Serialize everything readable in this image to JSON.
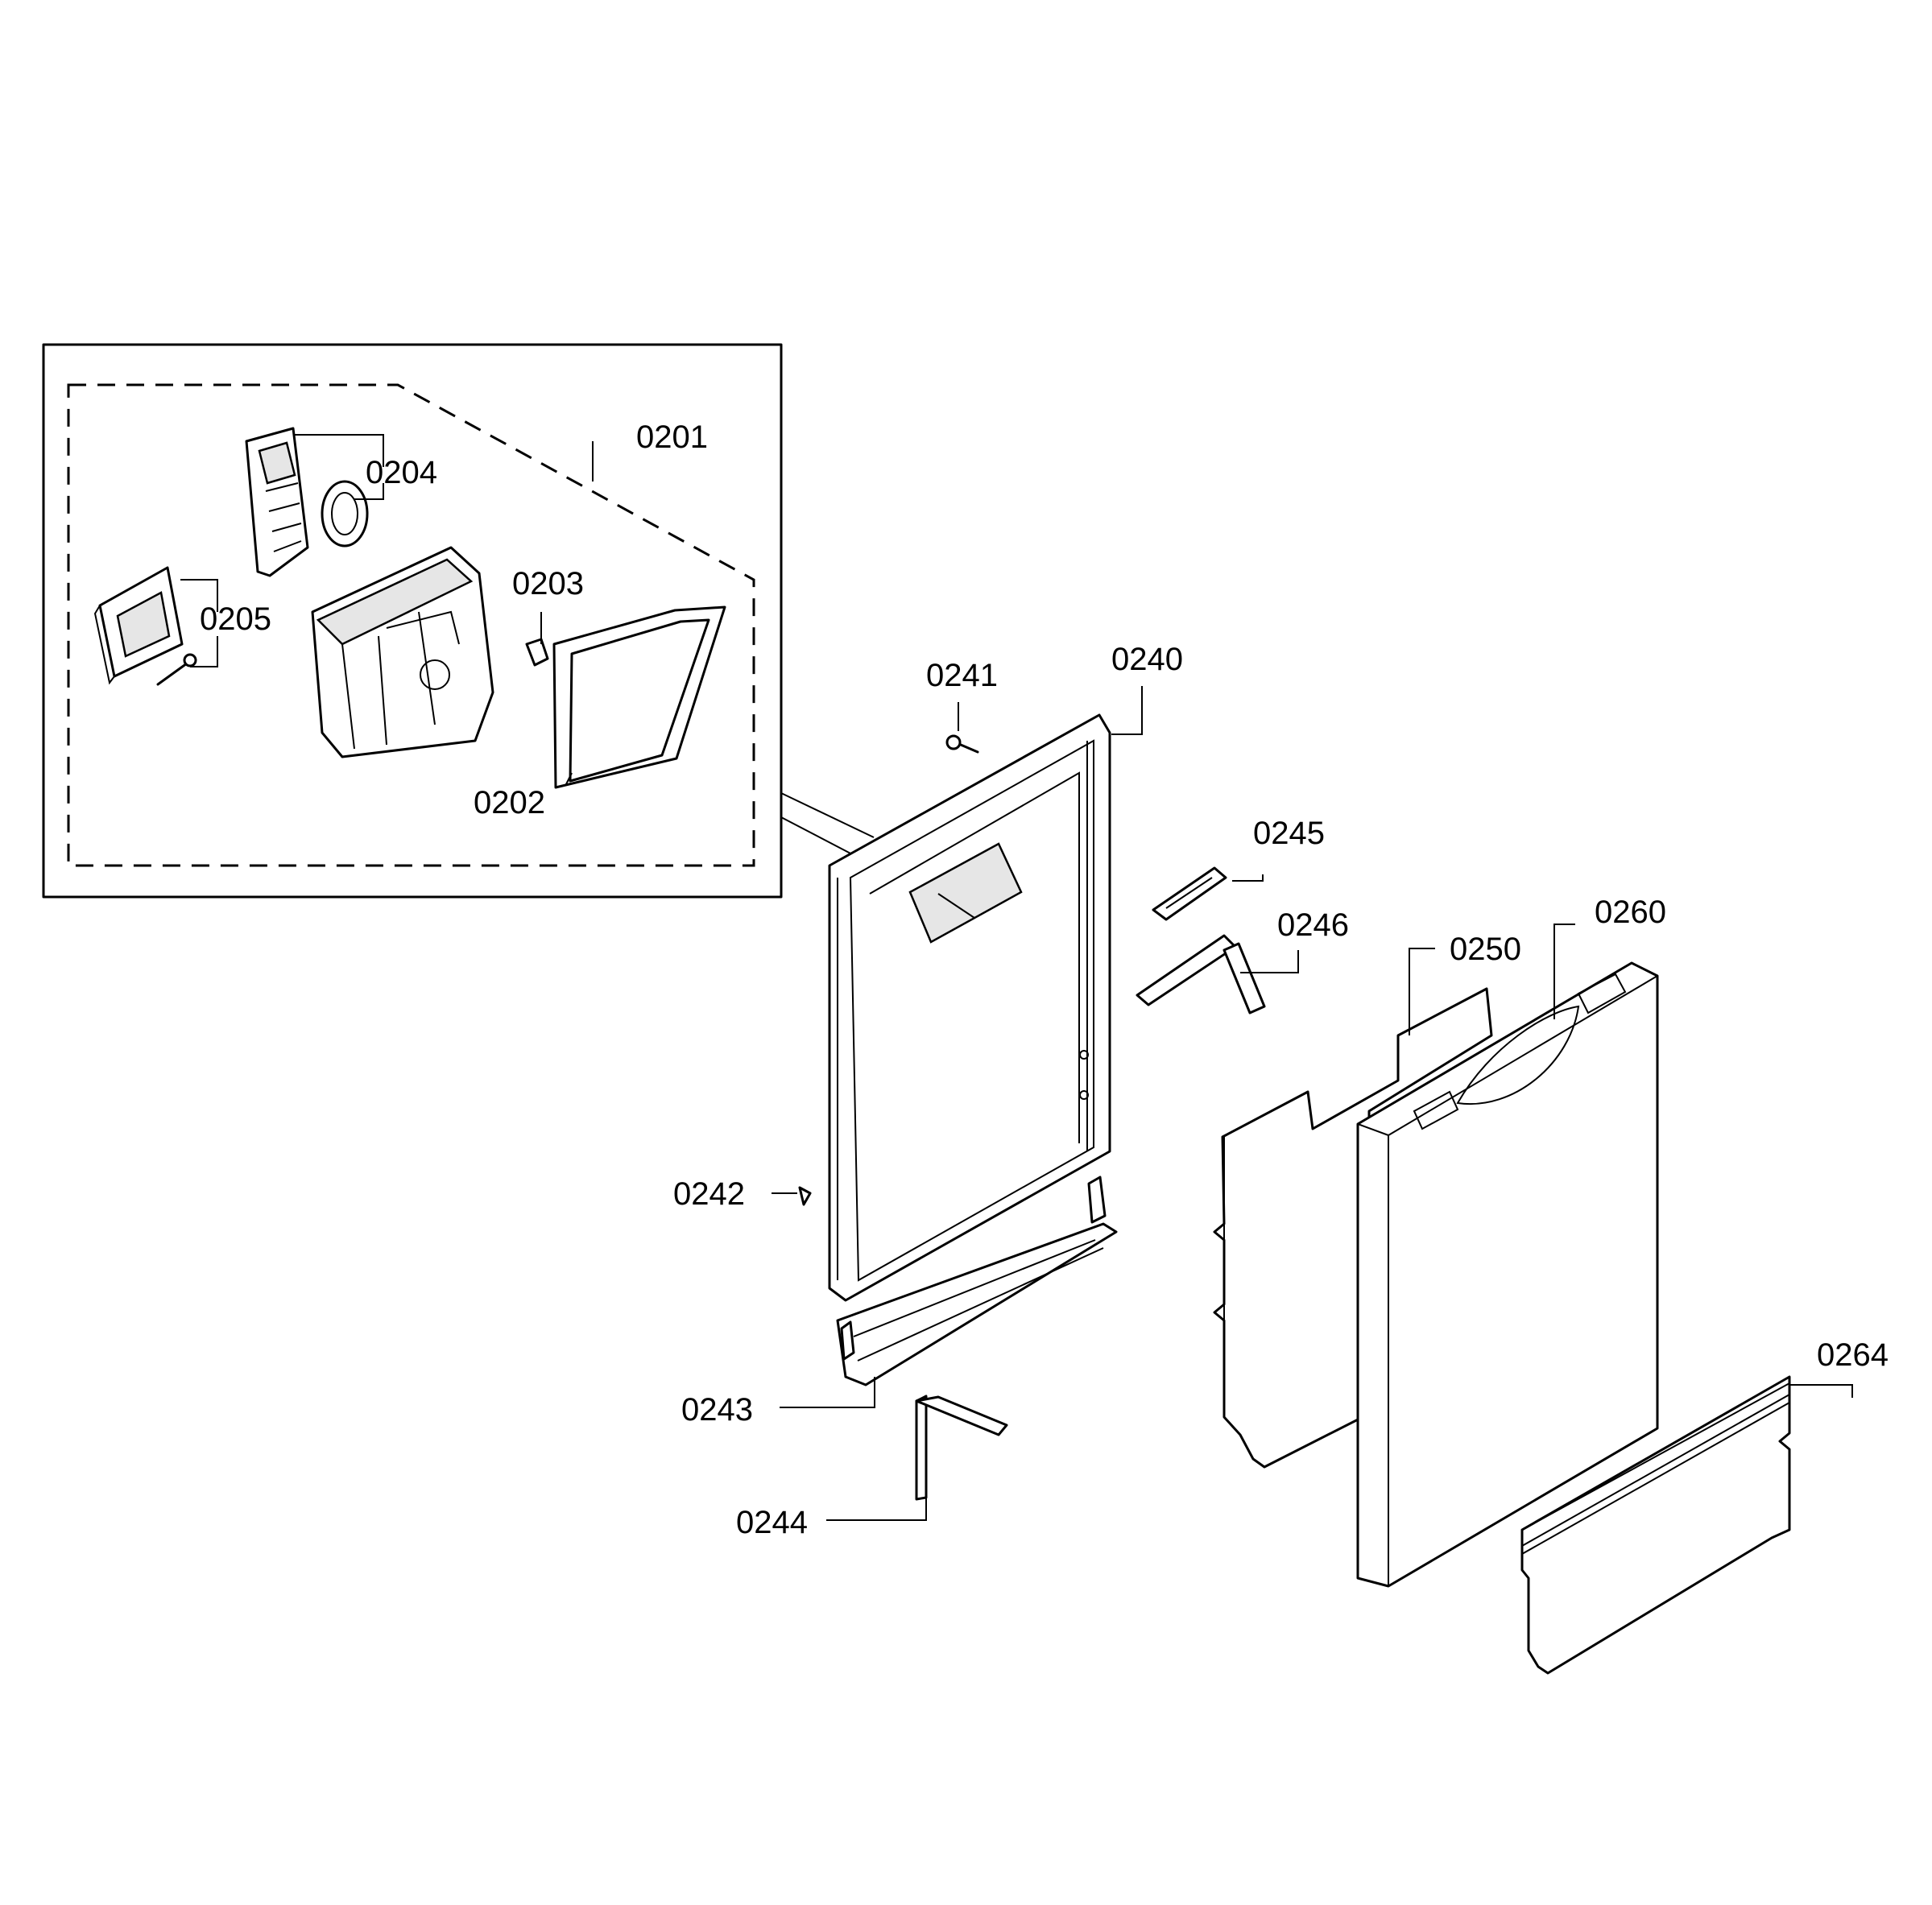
{
  "parts": [
    {
      "id": "p0201",
      "label": "0201"
    },
    {
      "id": "p0202",
      "label": "0202"
    },
    {
      "id": "p0203",
      "label": "0203"
    },
    {
      "id": "p0204",
      "label": "0204"
    },
    {
      "id": "p0205",
      "label": "0205"
    },
    {
      "id": "p0240",
      "label": "0240"
    },
    {
      "id": "p0241",
      "label": "0241"
    },
    {
      "id": "p0242",
      "label": "0242"
    },
    {
      "id": "p0243",
      "label": "0243"
    },
    {
      "id": "p0244",
      "label": "0244"
    },
    {
      "id": "p0245",
      "label": "0245"
    },
    {
      "id": "p0246",
      "label": "0246"
    },
    {
      "id": "p0250",
      "label": "0250"
    },
    {
      "id": "p0260",
      "label": "0260"
    },
    {
      "id": "p0264",
      "label": "0264"
    }
  ]
}
